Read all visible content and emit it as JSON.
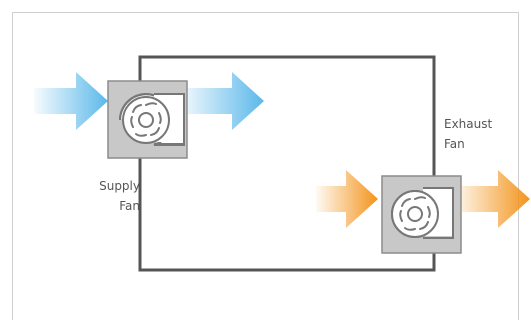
{
  "labels": {
    "supply": {
      "line1": "Supply",
      "line2": "Fan"
    },
    "exhaust": {
      "line1": "Exhaust",
      "line2": "Fan"
    }
  },
  "colors": {
    "supply_arrow": "#5bb8ea",
    "exhaust_arrow": "#f3941c",
    "fan_housing": "#c8c8c8",
    "fan_border": "#8c8c8c",
    "room_wall": "#555555",
    "frame_border": "#cfcfcf"
  },
  "icons": {
    "supply_fan": "centrifugal-fan-icon",
    "exhaust_fan": "centrifugal-fan-icon"
  }
}
